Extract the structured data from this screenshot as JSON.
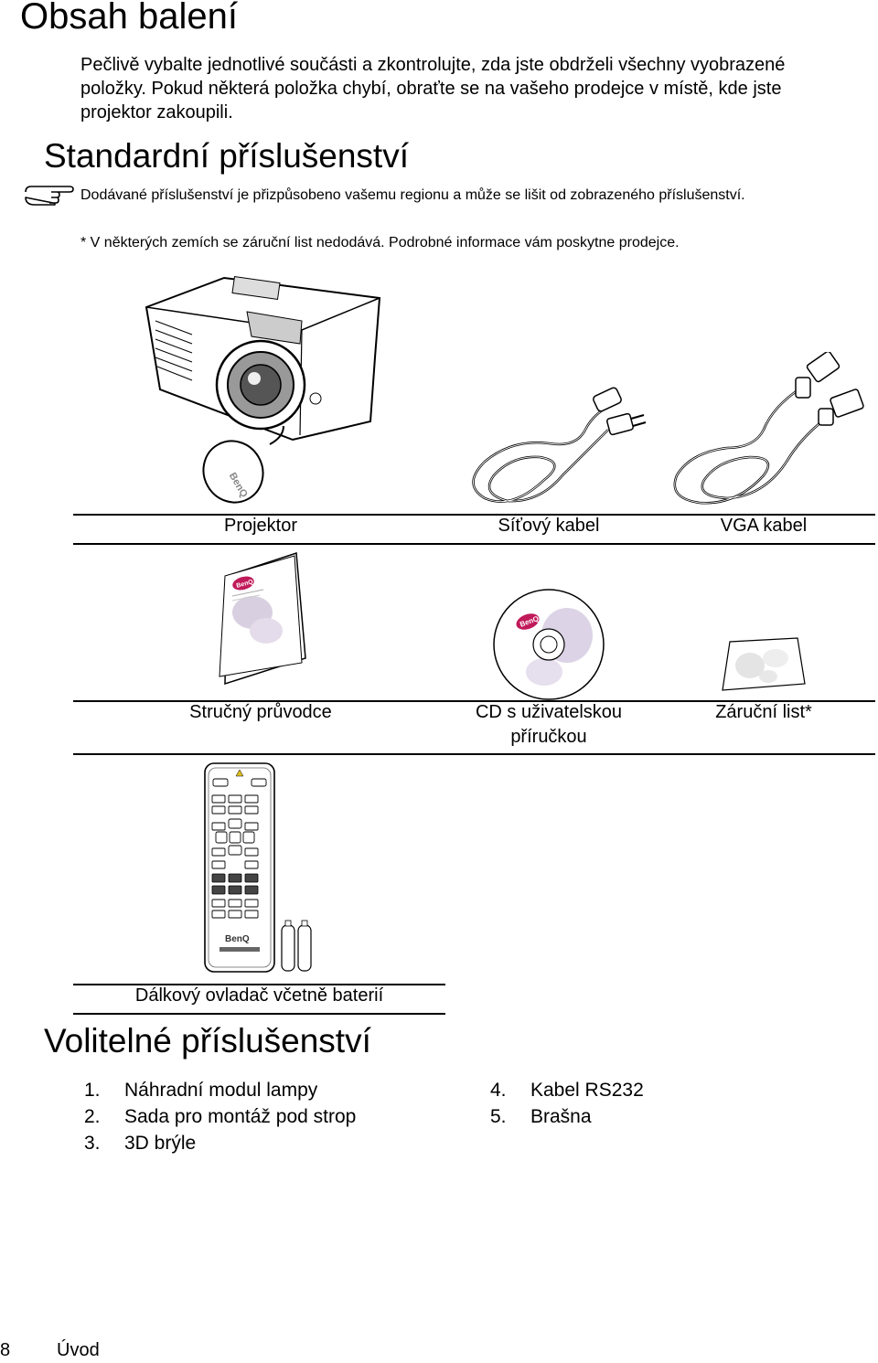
{
  "page": {
    "title": "Obsah balení",
    "intro": "Pečlivě vybalte jednotlivé součásti a zkontrolujte, zda jste obdrželi všechny vyobrazené položky. Pokud některá položka chybí, obraťte se na vašeho prodejce v místě, kde jste projektor zakoupili."
  },
  "standard": {
    "heading": "Standardní příslušenství",
    "note": "Dodávané příslušenství je přizpůsobeno vašemu regionu a může se lišit od zobrazeného příslušenství.",
    "warranty_note": "* V některých zemích se záruční list nedodává. Podrobné informace vám poskytne prodejce.",
    "items": {
      "projector": "Projektor",
      "power_cable": "Síťový kabel",
      "vga_cable": "VGA kabel",
      "quick_guide": "Stručný průvodce",
      "cd_line1": "CD s uživatelskou",
      "cd_line2": "příručkou",
      "warranty": "Záruční list*",
      "remote": "Dálkový ovladač včetně baterií"
    },
    "brand_mark": "BenQ"
  },
  "optional": {
    "heading": "Volitelné příslušenství",
    "items": [
      {
        "num": "1.",
        "label": "Náhradní modul lampy"
      },
      {
        "num": "2.",
        "label": "Sada pro montáž pod strop"
      },
      {
        "num": "3.",
        "label": "3D brýle"
      },
      {
        "num": "4.",
        "label": "Kabel RS232"
      },
      {
        "num": "5.",
        "label": "Brašna"
      }
    ]
  },
  "footer": {
    "page_number": "8",
    "section": "Úvod"
  }
}
